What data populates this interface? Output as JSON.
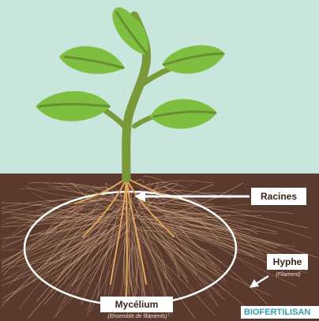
{
  "labels": {
    "racines": "Racines",
    "hyphe": "Hyphe",
    "hyphe_sub": "(Filament)",
    "mycelium": "Mycélium",
    "mycelium_sub": "(Ensemble de filaments)",
    "brand": "BIOFERTILISAN"
  },
  "colors": {
    "sky": "#c9e6dd",
    "soil": "#5a3a2e",
    "stem": "#7a9a3a",
    "leaf": "#7fbf3f",
    "leaf_vein": "#6a8f32",
    "root": "#e0a75a",
    "hyphae": "#d9b08c",
    "accent": "#3a9bb0"
  }
}
